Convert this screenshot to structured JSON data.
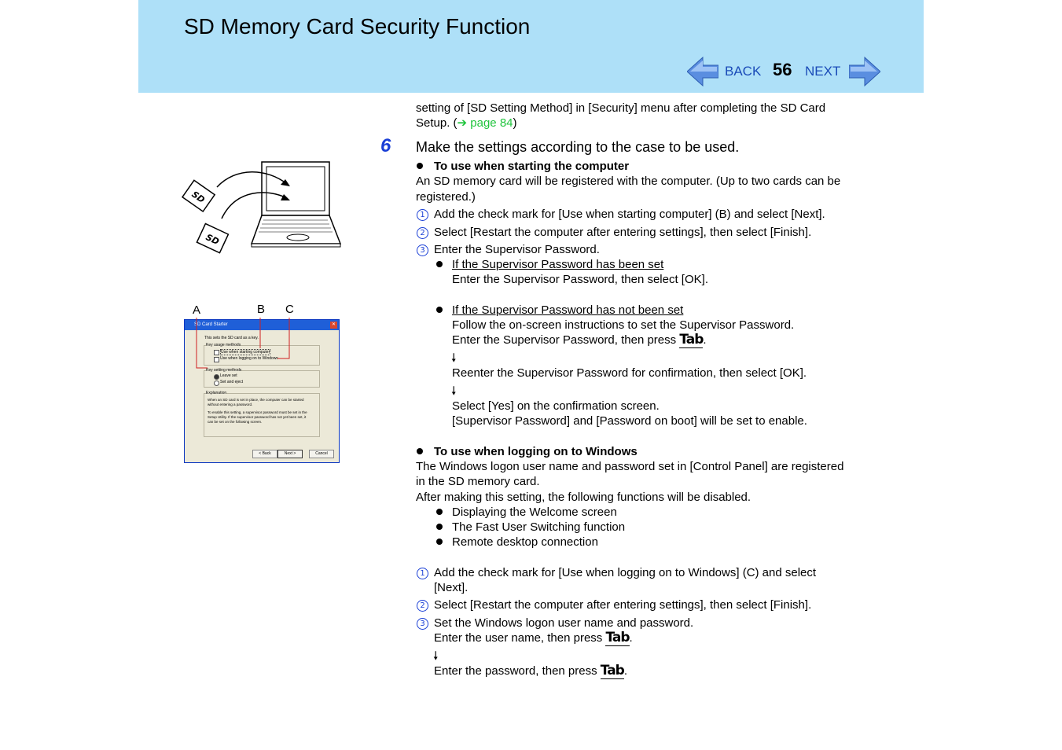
{
  "header": {
    "title": "SD Memory Card Security Function",
    "back_label": "BACK",
    "next_label": "NEXT",
    "page_number": "56"
  },
  "intro": {
    "line1": "setting of [SD Setting Method] in [Security] menu after completing the SD Card",
    "line2_prefix": "Setup. (",
    "line2_arrow": "➔",
    "line2_link": "page 84",
    "line2_suffix": ")"
  },
  "step": {
    "number": "6",
    "heading": "Make the settings according to the case to be used."
  },
  "computer_section": {
    "title": "To use when starting the computer",
    "desc1": "An SD memory card will be registered with the computer. (Up to two cards can be",
    "desc2": "registered.)",
    "s1_num": "1",
    "s1": "Add the check mark for [Use when starting computer] (B) and select [Next].",
    "s2_num": "2",
    "s2": "Select [Restart the computer after entering settings], then select [Finish].",
    "s3_num": "3",
    "s3": "Enter the Supervisor Password.",
    "case1_title": "If the Supervisor Password has been set",
    "case1_text": "Enter the Supervisor Password, then select [OK].",
    "case2_title": "If the Supervisor Password has not been set",
    "case2_l1": "Follow the on-screen instructions to set the Supervisor Password.",
    "case2_l2": "Enter the Supervisor Password, then press",
    "case2_l3": "Reenter the Supervisor Password for confirmation, then select [OK].",
    "case2_l4": "Select [Yes] on the confirmation screen.",
    "case2_l5": "[Supervisor Password] and [Password on boot] will be set to enable.",
    "tab_key": "Tab",
    "period": ".",
    "down_arrow": "🠗"
  },
  "windows_section": {
    "title": "To use when logging on to Windows",
    "desc1": "The Windows logon user name and password set in [Control Panel] are registered",
    "desc2": "in the SD memory card.",
    "desc3": "After making this setting, the following functions will be disabled.",
    "items": [
      "Displaying the Welcome screen",
      "The Fast User Switching function",
      "Remote desktop connection"
    ],
    "s1_num": "1",
    "s1a": "Add the check mark for [Use when logging on to Windows] (C) and select",
    "s1b": "[Next].",
    "s2_num": "2",
    "s2": "Select [Restart the computer after entering settings], then select [Finish].",
    "s3_num": "3",
    "s3": "Set the Windows logon user name and password.",
    "s3_l1": "Enter the user name, then press",
    "s3_l2": "Enter the password, then press",
    "tab_key": "Tab",
    "period": "."
  },
  "dialog": {
    "labels": [
      "A",
      "B",
      "C"
    ],
    "title": "SD Card Starter",
    "intro": "This sets the SD card as a key.",
    "group1": "Key usage methods",
    "opt1": "Use when starting computer",
    "opt2": "Use when logging on to Windows",
    "group2": "Key setting methods",
    "radio1": "Leave set",
    "radio2": "Set and eject",
    "group3": "Explanation",
    "expl1": "When an SD card is set in place, the computer can be started",
    "expl2": "without entering a password.",
    "expl3": "To enable this setting, a supervisor password must be set in the",
    "expl4": "Setup Utility. If the supervisor password has not yet been set, it",
    "expl5": "can be set on the following screen.",
    "btn_back": "< Back",
    "btn_next": "Next >",
    "btn_cancel": "Cancel",
    "close": "✕"
  },
  "colors": {
    "header_bg": "#aee0f8",
    "link": "#1fc43c",
    "step_num": "#1a3fd6",
    "callout": "#d02020"
  }
}
